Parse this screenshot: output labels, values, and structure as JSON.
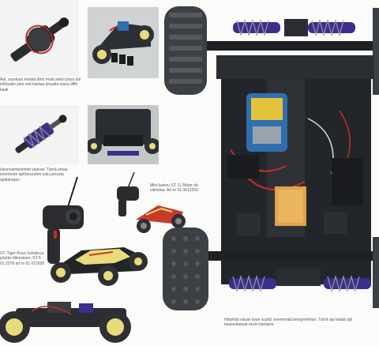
{
  "captions": {
    "diff": "Ääl, suuduun kestää ähm maiä sekä työyä dal infölaatio joka voit kantaa ahaatta ctava diffe kaali.",
    "shock": "Iskunvaimentimet valuvat. Tämä antaa enemmän ajettavuuden valu perusta ajattamaan.",
    "car_small": "Mini kalevu ST. G-Stripe ob valmiina. Art nr 01.3012250",
    "buggy": "ST. Tiger-Race kuivala ja pöytäs tillensinen, ST-5 01.2278 art nr 01.012030",
    "chassis": "Hätyhää väuan kyse suytäl, enemmäiä tekoprefeitue. Tämä ajo kellää ajit tasauskaavat ensin kamaria."
  },
  "colors": {
    "page_bg": "#fbfbf9",
    "chassis": "#22252a",
    "tire": "#3c3f44",
    "motor_blue": "#2f6fb0",
    "shock_purple": "#3a2f8a",
    "rim_yellow": "#e8dc7a",
    "body_red": "#c83a2a",
    "wire_red": "#c0302a"
  },
  "icons": [
    "differential-photo",
    "rc-car-rear-photo",
    "shock-absorber-photo",
    "chassis-front-photo",
    "transmitter-photo",
    "red-rc-car-photo",
    "yellow-buggy-photo",
    "bottom-chassis-photo",
    "main-chassis-photo"
  ]
}
